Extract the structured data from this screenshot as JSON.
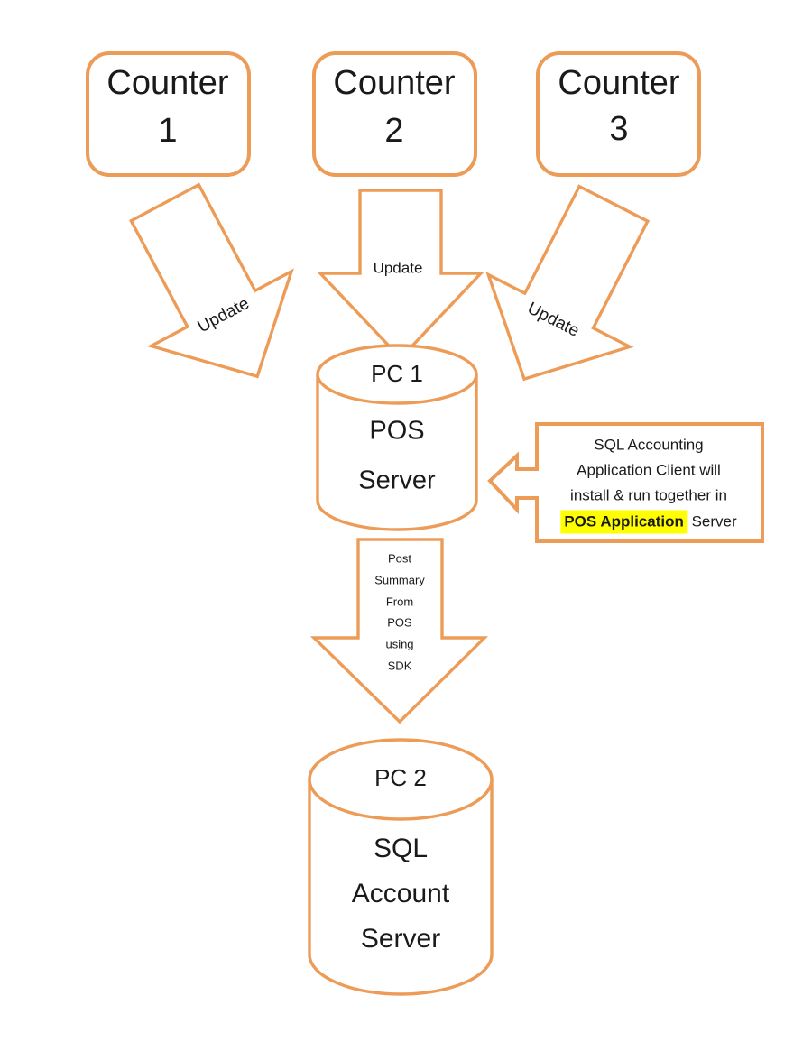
{
  "diagram": {
    "colors": {
      "accent_orange": "#ED9C58",
      "highlight_yellow": "#FFFF00",
      "text_black": "#1A1A1A"
    },
    "counters": [
      {
        "label": "Counter",
        "number": "1"
      },
      {
        "label": "Counter",
        "number": "2"
      },
      {
        "label": "Counter",
        "number": "3"
      }
    ],
    "update_labels": [
      "Update",
      "Update",
      "Update"
    ],
    "pos_server": {
      "title": "PC 1",
      "lines": [
        "POS",
        "Server"
      ]
    },
    "post_arrow_lines": [
      "Post",
      "Summary",
      "From",
      "POS",
      "using",
      "SDK"
    ],
    "callout": {
      "lines": [
        "SQL Accounting",
        "Application Client will",
        "install & run together in"
      ],
      "highlight": "POS Application",
      "suffix": " Server"
    },
    "sql_server": {
      "title": "PC 2",
      "lines": [
        "SQL",
        "Account",
        "Server"
      ]
    }
  }
}
